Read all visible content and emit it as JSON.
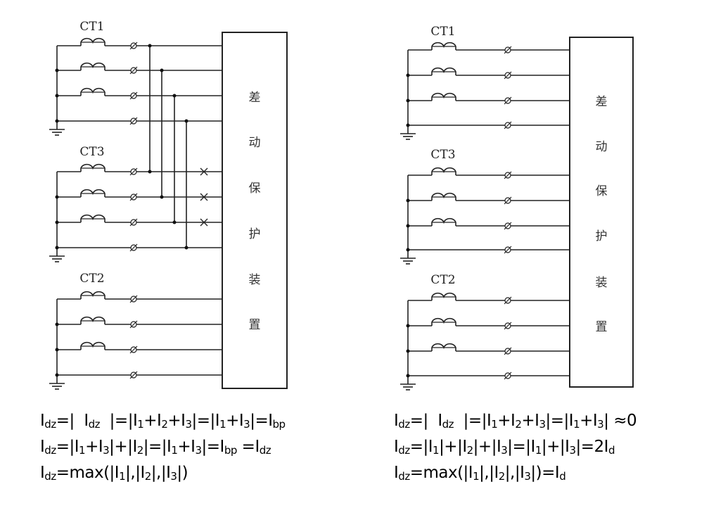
{
  "diagrams": [
    {
      "ct_labels": [
        "CT1",
        "CT3",
        "CT2"
      ],
      "device_label": [
        "差",
        "动",
        "保",
        "护",
        "装",
        "置"
      ],
      "cross_marks": true,
      "formulas": [
        [
          "I",
          "dz",
          "=|  I",
          "dz",
          "  |=|I",
          "1",
          "+I",
          "2",
          "+I",
          "3",
          "|=|I",
          "1",
          "+I",
          "3",
          "|=I",
          "bp"
        ],
        [
          "I",
          "dz",
          "=|I",
          "1",
          "+I",
          "3",
          "|+|I",
          "2",
          "|=|I",
          "1",
          "+I",
          "3",
          "|=I",
          "bp",
          " =I",
          "dz"
        ],
        [
          "I",
          "dz",
          "=max(|I",
          "1",
          "|,|I",
          "2",
          "|,|I",
          "3",
          "|)"
        ]
      ]
    },
    {
      "ct_labels": [
        "CT1",
        "CT3",
        "CT2"
      ],
      "device_label": [
        "差",
        "动",
        "保",
        "护",
        "装",
        "置"
      ],
      "cross_marks": false,
      "formulas": [
        [
          "I",
          "dz",
          "=|  I",
          "dz",
          "  |=|I",
          "1",
          "+I",
          "2",
          "+I",
          "3",
          "|=|I",
          "1",
          "+I",
          "3",
          "| ≈0"
        ],
        [
          "I",
          "dz",
          "=|I",
          "1",
          "|+|I",
          "2",
          "|+|I",
          "3",
          "|=|I",
          "1",
          "|+|I",
          "3",
          "|=2I",
          "d"
        ],
        [
          "I",
          "dz",
          "=max(|I",
          "1",
          "|,|I",
          "2",
          "|,|I",
          "3",
          "|)=I",
          "d"
        ]
      ]
    }
  ]
}
